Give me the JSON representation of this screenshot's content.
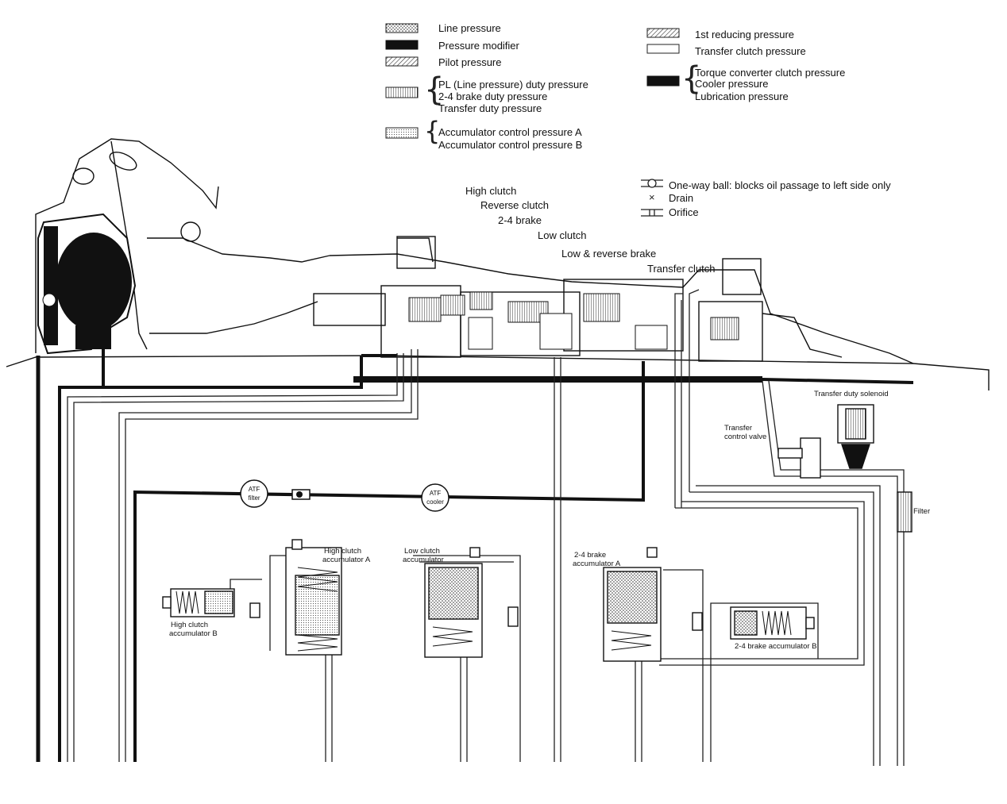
{
  "legend": {
    "left": [
      {
        "label": "Line pressure"
      },
      {
        "label": "Pressure modifier"
      },
      {
        "label": "Pilot pressure"
      },
      {
        "group": [
          "PL (Line pressure) duty pressure",
          "2-4 brake duty pressure",
          "Transfer duty pressure"
        ]
      },
      {
        "group": [
          "Accumulator control pressure A",
          "Accumulator control pressure B"
        ]
      }
    ],
    "right": [
      {
        "label": "1st reducing pressure"
      },
      {
        "label": "Transfer clutch pressure"
      },
      {
        "group": [
          "Torque converter clutch pressure",
          "Cooler pressure",
          "Lubrication pressure"
        ]
      }
    ],
    "symbols": [
      {
        "label": "One-way ball: blocks oil passage to left side only"
      },
      {
        "label": "Drain"
      },
      {
        "label": "Orifice"
      }
    ]
  },
  "components": {
    "high_clutch": "High clutch",
    "reverse_clutch": "Reverse clutch",
    "brake_24": "2-4 brake",
    "low_clutch": "Low clutch",
    "low_reverse_brake": "Low & reverse brake",
    "transfer_clutch": "Transfer clutch",
    "transfer_duty_solenoid": "Transfer duty solenoid",
    "transfer_control_valve_1": "Transfer",
    "transfer_control_valve_2": "control valve",
    "filter": "Filter",
    "atf_filter_1": "ATF",
    "atf_filter_2": "filter",
    "atf_cooler_1": "ATF",
    "atf_cooler_2": "cooler",
    "hc_acc_a_1": "High clutch",
    "hc_acc_a_2": "accumulator A",
    "hc_acc_b_1": "High clutch",
    "hc_acc_b_2": "accumulator B",
    "lc_acc_1": "Low clutch",
    "lc_acc_2": "accumulator",
    "b24_acc_a_1": "2-4 brake",
    "b24_acc_a_2": "accumulator A",
    "b24_acc_b": "2-4 brake accumulator B"
  }
}
